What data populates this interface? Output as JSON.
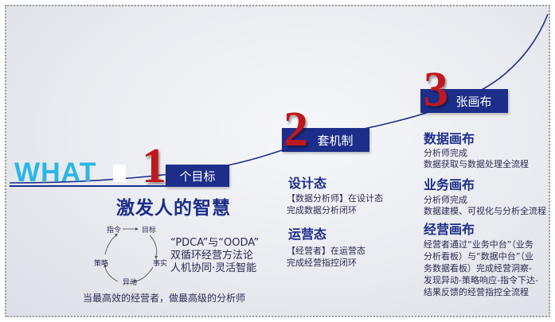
{
  "what": "WHAT",
  "goal": {
    "number": "1",
    "tag": "个目标",
    "headline": "激发人的智慧"
  },
  "cycle": {
    "top_left": "指令",
    "top_right": "目标",
    "mid_left": "策略",
    "mid_right": "事实",
    "bottom": "异动"
  },
  "method": {
    "line1": "“PDCA”与“OODA”",
    "line2": "双循环经营方法论",
    "line3": "人机协同·灵活智能"
  },
  "bottom_line": "当最高效的经营者，做最高级的分析师",
  "mech": {
    "number": "2",
    "tag": "套机制",
    "design": {
      "title": "设计态",
      "line1": "【数据分析师】在设计态",
      "line2": "完成数据分析闭环"
    },
    "run": {
      "title": "运营态",
      "line1": "【经营者】在运营态",
      "line2": "完成经营指控闭环"
    }
  },
  "canvas": {
    "number": "3",
    "tag": "张画布",
    "data": {
      "title": "数据画布",
      "line1": "分析师完成",
      "line2": "数据获取与数据处理全流程"
    },
    "biz": {
      "title": "业务画布",
      "line1": "分析师完成",
      "line2": "数据建模、可视化与分析全流程"
    },
    "ops": {
      "title": "经营画布",
      "line1": "经营者通过“业务中台”（业务",
      "line2": "分析看板）与“数据中台”（业",
      "line3": "务数据看板）完成经营洞察-",
      "line4": "发现异动-策略响应-指令下达-",
      "line5": "结果反馈的经营指控全流程"
    }
  }
}
